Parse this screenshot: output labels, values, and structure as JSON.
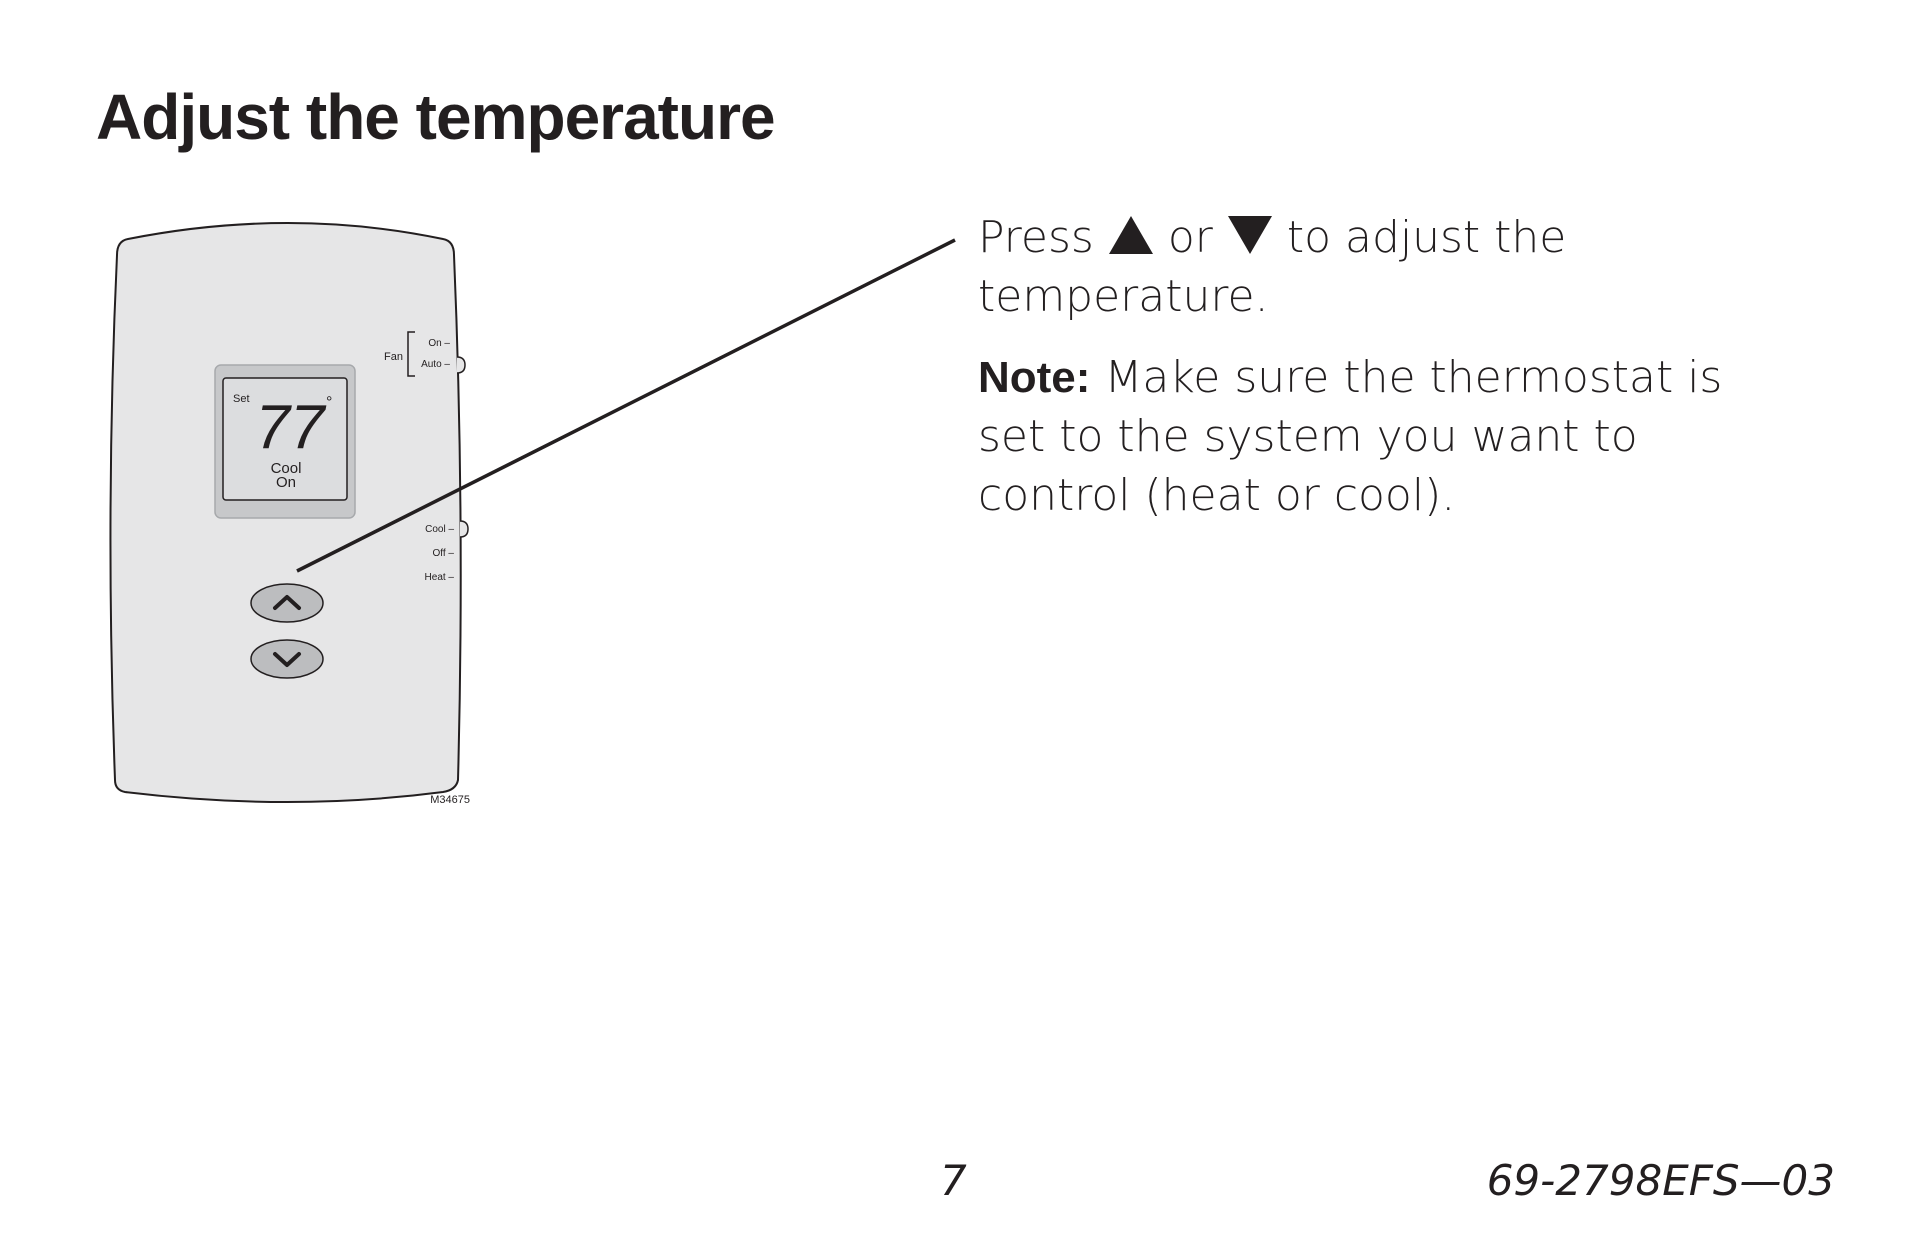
{
  "page": {
    "title": "Adjust the temperature",
    "page_number": "7",
    "document_number": "69-2798EFS—03"
  },
  "thermostat": {
    "fan_label": "Fan",
    "fan_on_label": "On –",
    "fan_auto_label": "Auto –",
    "display_set_label": "Set",
    "display_temperature": "77",
    "display_degree": "°",
    "display_mode": "Cool",
    "display_status": "On",
    "system_cool_label": "Cool –",
    "system_off_label": "Off –",
    "system_heat_label": "Heat –",
    "up_button_icon": "chevron-up-icon",
    "down_button_icon": "chevron-down-icon",
    "figure_id": "M34675"
  },
  "instructions": {
    "press": "Press",
    "or": "or",
    "action": "to adjust the temperature.",
    "up_icon": "triangle-up-icon",
    "down_icon": "triangle-down-icon",
    "note_label": "Note:",
    "note_text": "Make sure the thermostat is set to the system you want to control (heat or cool)."
  },
  "colors": {
    "text": "#231f20",
    "device_body": "#e6e6e7",
    "button_fill": "#bcbdbf"
  }
}
